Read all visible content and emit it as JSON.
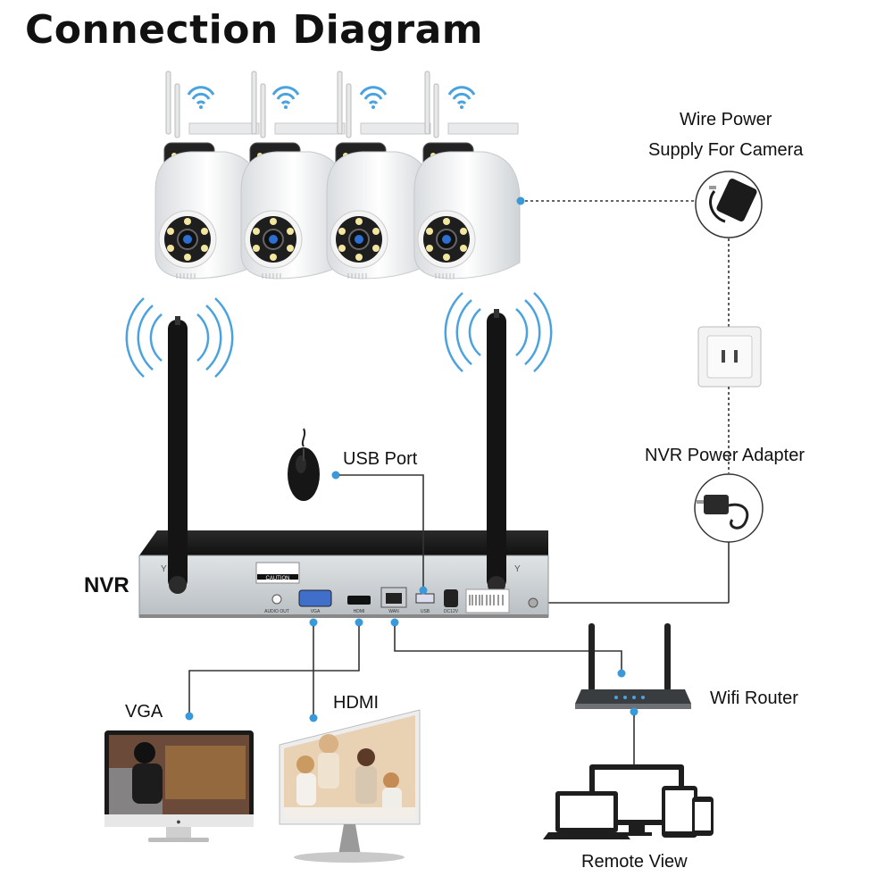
{
  "title": "Connection Diagram",
  "labels": {
    "wire_power_line1": "Wire Power",
    "wire_power_line2": "Supply For Camera",
    "usb_port": "USB Port",
    "nvr_power_adapter": "NVR Power Adapter",
    "nvr": "NVR",
    "vga": "VGA",
    "hdmi": "HDMI",
    "wifi_router": "Wifi Router",
    "remote_view": "Remote View"
  },
  "nvr_panel": {
    "caution": "CAUTION",
    "audio_out": "AUDIO OUT",
    "vga": "VGA",
    "hdmi": "HDMI",
    "wan": "WAN",
    "usb": "USB",
    "dc": "DC12V"
  },
  "colors": {
    "accent_dot": "#3a9ad9",
    "wifi_waves": "#4aa3df",
    "line": "#333333"
  },
  "cameras": [
    {
      "id": "camera-1"
    },
    {
      "id": "camera-2"
    },
    {
      "id": "camera-3"
    },
    {
      "id": "camera-4"
    }
  ]
}
